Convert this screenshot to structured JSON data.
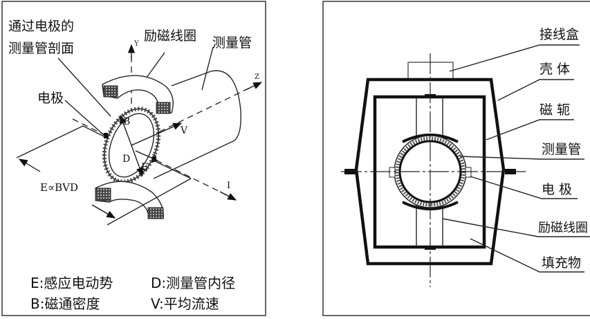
{
  "left_panel": {
    "labels": {
      "section_line1": "通过电极的",
      "section_line2": "测量管剖面",
      "coil": "励磁线圈",
      "tube": "测量管",
      "electrode": "电极",
      "axis_y": "Y",
      "axis_z": "Z",
      "axis_i": "I",
      "b": "B",
      "v": "V",
      "d": "D",
      "e": "E",
      "formula": "E∝BVD"
    },
    "legend": [
      {
        "text": "E:感应电动势"
      },
      {
        "text": "D:测量管内径"
      },
      {
        "text": "B:磁通密度"
      },
      {
        "text": "V:平均流速"
      }
    ]
  },
  "right_panel": {
    "labels": [
      "接线盒",
      "壳 体",
      "磁 轭",
      "测量管",
      "电 极",
      "励磁线圈",
      "填充物"
    ]
  }
}
